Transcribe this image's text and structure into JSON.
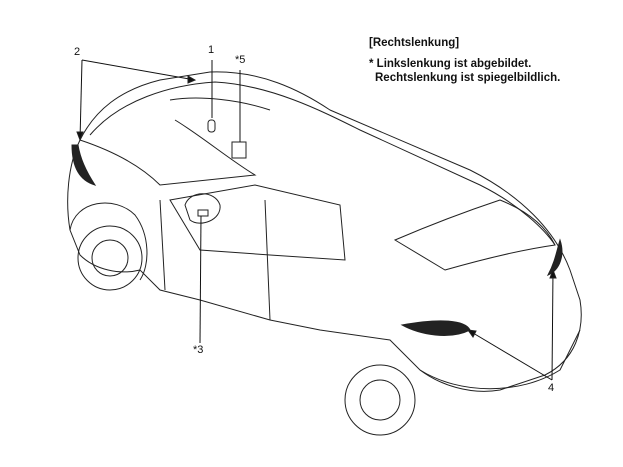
{
  "note": {
    "heading": "[Rechtslenkung]",
    "line1": "* Linkslenkung ist abgebildet.",
    "line2": "Rechtslenkung ist spiegelbildlich."
  },
  "callouts": {
    "c1": "1",
    "c2": "2",
    "c3": "*3",
    "c4": "4",
    "c5": "*5"
  }
}
